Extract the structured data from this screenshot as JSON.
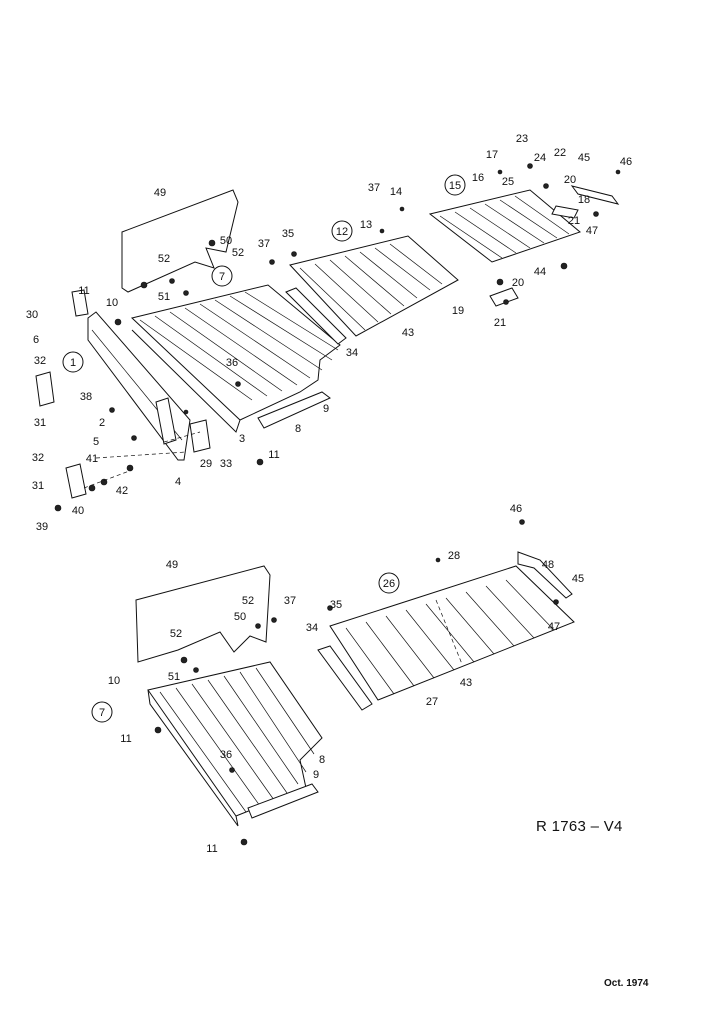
{
  "diagram": {
    "reference": "R 1763 – V4",
    "date": "Oct. 1974",
    "callouts_upper": [
      {
        "label": "49"
      },
      {
        "label": "52"
      },
      {
        "label": "50"
      },
      {
        "label": "52"
      },
      {
        "label": "7",
        "circled": true
      },
      {
        "label": "11"
      },
      {
        "label": "10"
      },
      {
        "label": "51"
      },
      {
        "label": "30"
      },
      {
        "label": "6"
      },
      {
        "label": "1",
        "circled": true
      },
      {
        "label": "32"
      },
      {
        "label": "31"
      },
      {
        "label": "38"
      },
      {
        "label": "2"
      },
      {
        "label": "5"
      },
      {
        "label": "32"
      },
      {
        "label": "41"
      },
      {
        "label": "31"
      },
      {
        "label": "40"
      },
      {
        "label": "42"
      },
      {
        "label": "39"
      },
      {
        "label": "4"
      },
      {
        "label": "29"
      },
      {
        "label": "33"
      },
      {
        "label": "3"
      },
      {
        "label": "11"
      },
      {
        "label": "8"
      },
      {
        "label": "9"
      },
      {
        "label": "36"
      },
      {
        "label": "37"
      },
      {
        "label": "35"
      },
      {
        "label": "12",
        "circled": true
      },
      {
        "label": "13"
      },
      {
        "label": "37"
      },
      {
        "label": "14"
      },
      {
        "label": "34"
      },
      {
        "label": "43"
      },
      {
        "label": "15",
        "circled": true
      },
      {
        "label": "16"
      },
      {
        "label": "17"
      },
      {
        "label": "23"
      },
      {
        "label": "24"
      },
      {
        "label": "25"
      },
      {
        "label": "22"
      },
      {
        "label": "45"
      },
      {
        "label": "46"
      },
      {
        "label": "20"
      },
      {
        "label": "18"
      },
      {
        "label": "21"
      },
      {
        "label": "47"
      },
      {
        "label": "44"
      },
      {
        "label": "20"
      },
      {
        "label": "19"
      },
      {
        "label": "21"
      }
    ],
    "callouts_lower": [
      {
        "label": "49"
      },
      {
        "label": "52"
      },
      {
        "label": "37"
      },
      {
        "label": "50"
      },
      {
        "label": "52"
      },
      {
        "label": "10"
      },
      {
        "label": "51"
      },
      {
        "label": "7",
        "circled": true
      },
      {
        "label": "11"
      },
      {
        "label": "36"
      },
      {
        "label": "8"
      },
      {
        "label": "9"
      },
      {
        "label": "11"
      },
      {
        "label": "35"
      },
      {
        "label": "34"
      },
      {
        "label": "26",
        "circled": true
      },
      {
        "label": "28"
      },
      {
        "label": "43"
      },
      {
        "label": "27"
      },
      {
        "label": "46"
      },
      {
        "label": "48"
      },
      {
        "label": "45"
      },
      {
        "label": "47"
      }
    ]
  }
}
